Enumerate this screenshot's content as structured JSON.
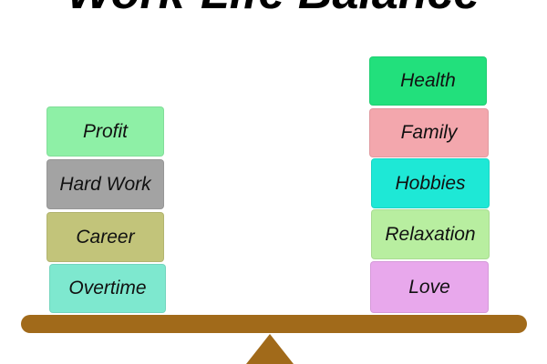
{
  "title": "Work-Life Balance",
  "left_stack": [
    {
      "label": "Profit",
      "color": "#8ef0a6"
    },
    {
      "label": "Hard Work",
      "color": "#a3a3a3"
    },
    {
      "label": "Career",
      "color": "#c2c47a"
    },
    {
      "label": "Overtime",
      "color": "#7ee8cf"
    }
  ],
  "right_stack": [
    {
      "label": "Health",
      "color": "#22e07c"
    },
    {
      "label": "Family",
      "color": "#f3a7ad"
    },
    {
      "label": "Hobbies",
      "color": "#1ee8d6"
    },
    {
      "label": "Relaxation",
      "color": "#b8eea0"
    },
    {
      "label": "Love",
      "color": "#e8a8ec"
    }
  ],
  "colors": {
    "beam": "#a16a1a",
    "fulcrum": "#a16a1a"
  }
}
